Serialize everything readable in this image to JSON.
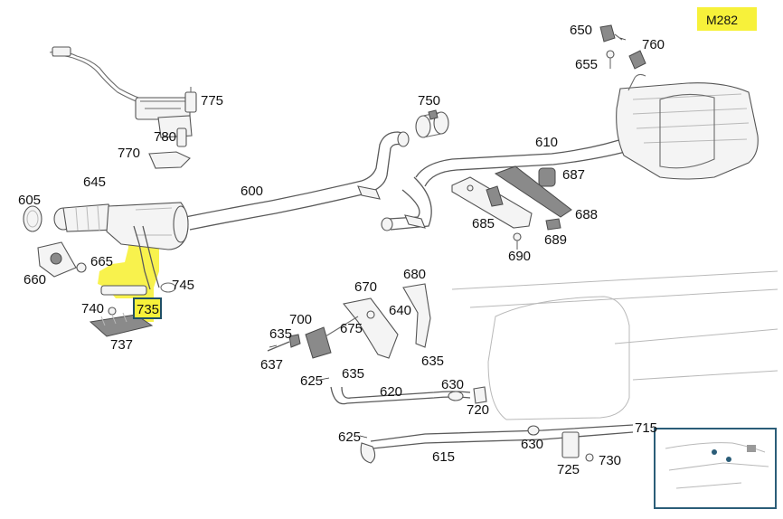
{
  "model_code": "M282",
  "highlight_color": "#f7f13a",
  "inset_border_color": "#2b5d78",
  "parts": {
    "p600": "600",
    "p605": "605",
    "p610": "610",
    "p615": "615",
    "p620": "620",
    "p625a": "625",
    "p625b": "625",
    "p630a": "630",
    "p630b": "630",
    "p635a": "635",
    "p635b": "635",
    "p635c": "635",
    "p637": "637",
    "p640": "640",
    "p645": "645",
    "p650": "650",
    "p655": "655",
    "p660": "660",
    "p665": "665",
    "p670": "670",
    "p675": "675",
    "p680": "680",
    "p685": "685",
    "p687": "687",
    "p688": "688",
    "p689": "689",
    "p690": "690",
    "p700": "700",
    "p715": "715",
    "p720": "720",
    "p725": "725",
    "p730": "730",
    "p735": "735",
    "p737": "737",
    "p740": "740",
    "p745": "745",
    "p750": "750",
    "p760": "760",
    "p770": "770",
    "p775": "775",
    "p780": "780"
  }
}
